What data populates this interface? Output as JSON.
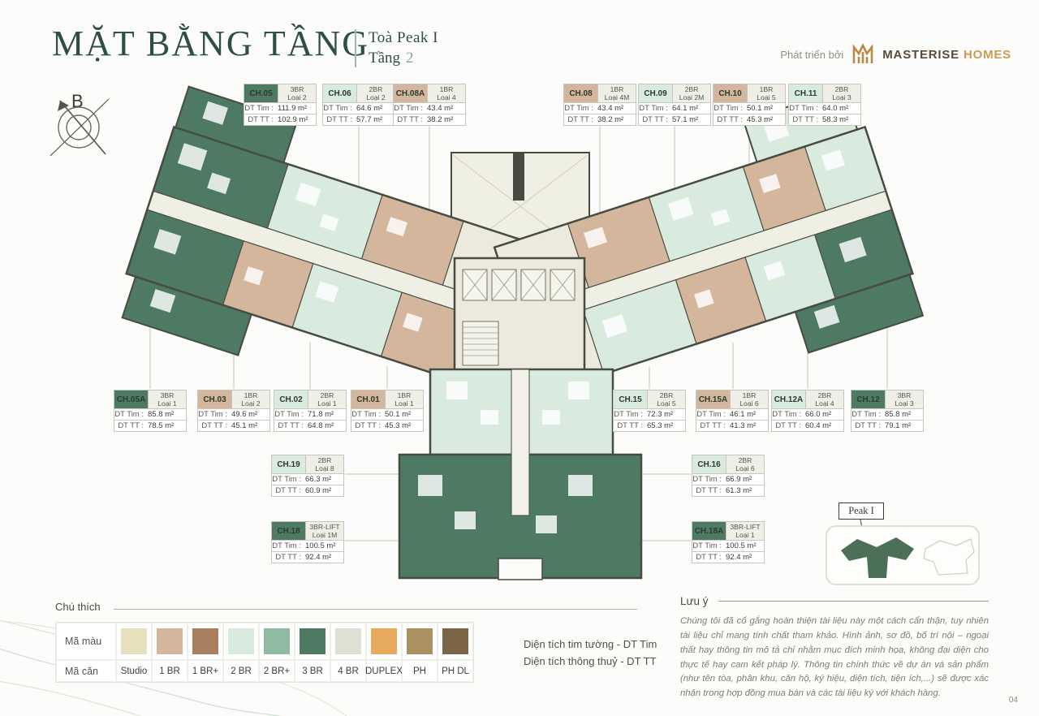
{
  "header": {
    "title": "MẶT BẰNG TẦNG",
    "building": "Toà Peak I",
    "floor_label": "Tầng",
    "floor_number": "2",
    "developer_prefix": "Phát triển bởi",
    "brand_primary": "MASTERISE",
    "brand_secondary": "HOMES"
  },
  "compass": {
    "label": "B"
  },
  "labels": {
    "dt_tim": "DT Tim :",
    "dt_tt": "DT TT :"
  },
  "units": [
    {
      "code": "CH.05",
      "type": "3BR",
      "loai": "Loại 2",
      "dt_tim": "111.9 m²",
      "dt_tt": "102.9 m²",
      "color_ref": "3 BR"
    },
    {
      "code": "CH.06",
      "type": "2BR",
      "loai": "Loại 2",
      "dt_tim": "64.6 m²",
      "dt_tt": "57.7 m²",
      "color_ref": "2 BR"
    },
    {
      "code": "CH.08A",
      "type": "1BR",
      "loai": "Loại 4",
      "dt_tim": "43.4 m²",
      "dt_tt": "38.2 m²",
      "color_ref": "1 BR"
    },
    {
      "code": "CH.08",
      "type": "1BR",
      "loai": "Loại 4M",
      "dt_tim": "43.4 m²",
      "dt_tt": "38.2 m²",
      "color_ref": "1 BR"
    },
    {
      "code": "CH.09",
      "type": "2BR",
      "loai": "Loại 2M",
      "dt_tim": "64.1 m²",
      "dt_tt": "57.1 m²",
      "color_ref": "2 BR"
    },
    {
      "code": "CH.10",
      "type": "1BR",
      "loai": "Loại 5",
      "dt_tim": "50.1 m²",
      "dt_tt": "45.3 m²",
      "color_ref": "1 BR"
    },
    {
      "code": "CH.11",
      "type": "2BR",
      "loai": "Loại 3",
      "dt_tim": "64.0 m²",
      "dt_tt": "58.3 m²",
      "color_ref": "2 BR"
    },
    {
      "code": "CH.05A",
      "type": "3BR",
      "loai": "Loại 1",
      "dt_tim": "85.8 m²",
      "dt_tt": "78.5 m²",
      "color_ref": "3 BR"
    },
    {
      "code": "CH.03",
      "type": "1BR",
      "loai": "Loại 2",
      "dt_tim": "49.6 m²",
      "dt_tt": "45.1 m²",
      "color_ref": "1 BR"
    },
    {
      "code": "CH.02",
      "type": "2BR",
      "loai": "Loại 1",
      "dt_tim": "71.8 m²",
      "dt_tt": "64.8 m²",
      "color_ref": "2 BR"
    },
    {
      "code": "CH.01",
      "type": "1BR",
      "loai": "Loại 1",
      "dt_tim": "50.1 m²",
      "dt_tt": "45.3 m²",
      "color_ref": "1 BR"
    },
    {
      "code": "CH.15",
      "type": "2BR",
      "loai": "Loại 5",
      "dt_tim": "72.3 m²",
      "dt_tt": "65.3 m²",
      "color_ref": "2 BR"
    },
    {
      "code": "CH.15A",
      "type": "1BR",
      "loai": "Loại 6",
      "dt_tim": "46.1 m²",
      "dt_tt": "41.3 m²",
      "color_ref": "1 BR"
    },
    {
      "code": "CH.12A",
      "type": "2BR",
      "loai": "Loại 4",
      "dt_tim": "66.0 m²",
      "dt_tt": "60.4 m²",
      "color_ref": "2 BR"
    },
    {
      "code": "CH.12",
      "type": "3BR",
      "loai": "Loại 3",
      "dt_tim": "85.8 m²",
      "dt_tt": "79.1 m²",
      "color_ref": "3 BR"
    },
    {
      "code": "CH.19",
      "type": "2BR",
      "loai": "Loại 8",
      "dt_tim": "66.3 m²",
      "dt_tt": "60.9 m²",
      "color_ref": "2 BR"
    },
    {
      "code": "CH.16",
      "type": "2BR",
      "loai": "Loại 6",
      "dt_tim": "66.9 m²",
      "dt_tt": "61.3 m²",
      "color_ref": "2 BR"
    },
    {
      "code": "CH.18",
      "type": "3BR-LIFT",
      "loai": "Loại 1M",
      "dt_tim": "100.5 m²",
      "dt_tt": "92.4 m²",
      "color_ref": "3 BR"
    },
    {
      "code": "CH.18A",
      "type": "3BR-LIFT",
      "loai": "Loại 1",
      "dt_tim": "100.5 m²",
      "dt_tt": "92.4 m²",
      "color_ref": "3 BR"
    }
  ],
  "legend": {
    "title": "Chú thích",
    "row_color_label": "Mã màu",
    "row_unit_label": "Mã căn",
    "items": [
      {
        "label": "Studio",
        "color": "#e8dfbc"
      },
      {
        "label": "1 BR",
        "color": "#d3b69b"
      },
      {
        "label": "1 BR+",
        "color": "#a97f60"
      },
      {
        "label": "2 BR",
        "color": "#d9eade"
      },
      {
        "label": "2 BR+",
        "color": "#90bba3"
      },
      {
        "label": "3 BR",
        "color": "#4e7a63"
      },
      {
        "label": "4 BR",
        "color": "#dfe0d4"
      },
      {
        "label": "DUPLEX",
        "color": "#e5aa5c"
      },
      {
        "label": "PH",
        "color": "#ab9161"
      },
      {
        "label": "PH DL",
        "color": "#7c6546"
      }
    ]
  },
  "area_notes": [
    "Diện tích tim tường - DT Tim",
    "Diện tích thông thuỷ - DT TT"
  ],
  "note": {
    "title": "Lưu ý",
    "body": "Chúng tôi đã cố gắng hoàn thiện tài liệu này một cách cẩn thận, tuy nhiên tài liệu chỉ mang tính chất tham khảo. Hình ảnh, sơ đồ, bố trí nội – ngoại thất hay thông tin mô tả chỉ nhằm mục đích minh họa, không đại diện cho thực tế hay cam kết pháp lý. Thông tin chính thức về dự án và sản phẩm (như tên tòa, phân khu, căn hộ, ký hiệu, diện tích, tiện ích,...) sẽ được xác nhận trong hợp đồng mua bán và các tài liệu ký với khách hàng."
  },
  "minimap": {
    "label": "Peak I"
  },
  "page_number": "04",
  "colors": {
    "title": "#2f4e47",
    "floor_accent": "#7fa79b",
    "brand_dark": "#5a4a3a",
    "brand_gold": "#cd9a50",
    "plan_background": "#eceadd",
    "wall": "#474b42"
  }
}
